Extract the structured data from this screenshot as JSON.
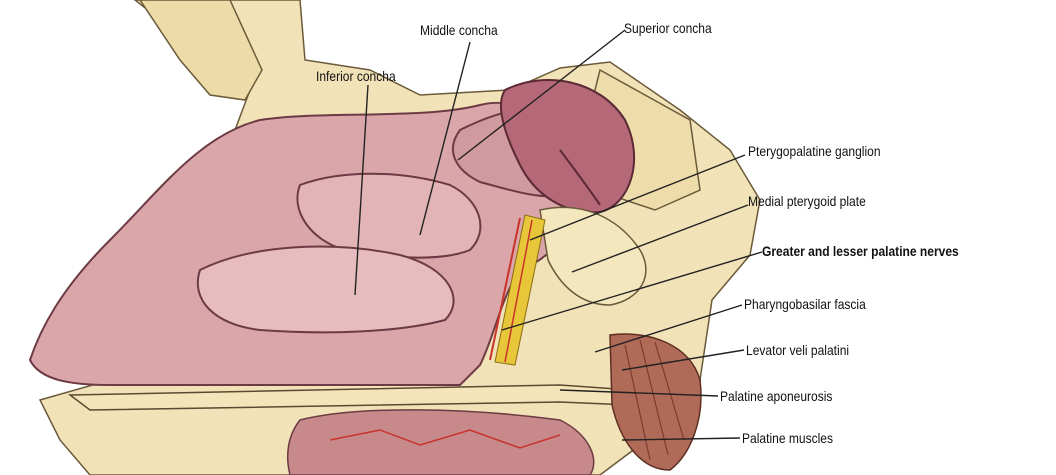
{
  "labels": {
    "middle_concha": "Middle concha",
    "superior_concha": "Superior concha",
    "inferior_concha": "Inferior concha",
    "pterygopalatine_ganglion": "Pterygopalatine ganglion",
    "medial_pterygoid_plate": "Medial pterygoid plate",
    "greater_lesser_palatine_nerves": "Greater and lesser palatine nerves",
    "pharyngobasilar_fascia": "Pharyngobasilar fascia",
    "levator_veli_palatini": "Levator veli palatini",
    "palatine_aponeurosis": "Palatine aponeurosis",
    "palatine_muscles": "Palatine muscles"
  },
  "colors": {
    "bone": "#f1e2b8",
    "mucosa": "#dba6aa",
    "mucosa_dark": "#a8576a",
    "nerve": "#e8c63a",
    "vessel": "#c8332c",
    "muscle": "#b06a58",
    "leader_line": "#222222"
  }
}
